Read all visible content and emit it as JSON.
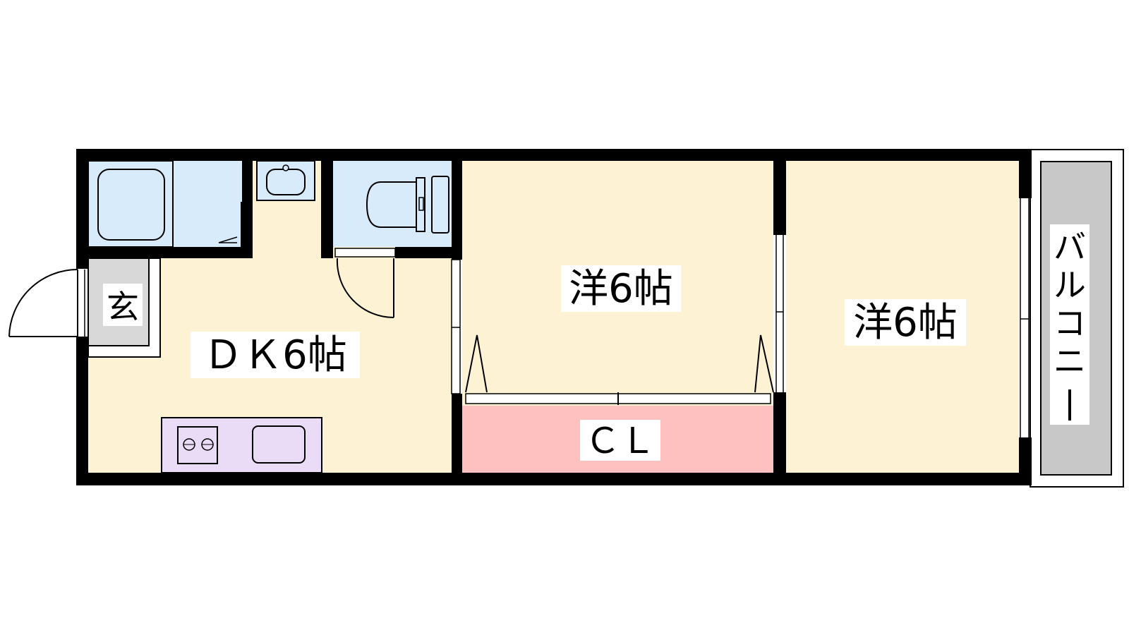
{
  "labels": {
    "genkan": "玄",
    "dk": "ＤＫ6帖",
    "room1": "洋6帖",
    "room2": "洋6帖",
    "closet": "ＣＬ",
    "balcony": [
      "バ",
      "ル",
      "コ",
      "ニ",
      "ー"
    ]
  },
  "colors": {
    "room": "#fdf2d3",
    "wet": "#d8ebfb",
    "closet": "#ffc0c0",
    "kitchen": "#eadcf6",
    "balcony": "#c8c8c8",
    "genkan": "#d8d8d8",
    "wall": "#000000"
  },
  "icons": [
    "bathtub-icon",
    "washbasin-icon",
    "toilet-icon",
    "stove-icon",
    "sink-icon",
    "door-swing-icon"
  ]
}
